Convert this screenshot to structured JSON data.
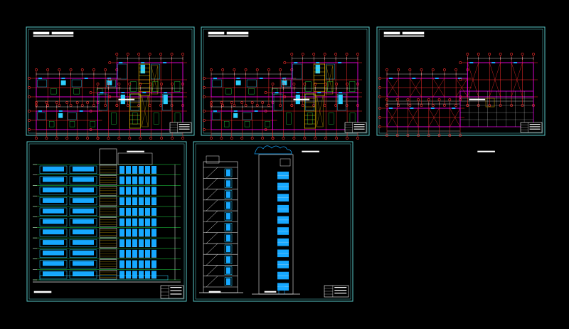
{
  "colors": {
    "background": "#000000",
    "sheet_border": "#59c9c9",
    "grid_axis": "#ff2d2d",
    "wall": "#e000e0",
    "dimension": "#e8e8e8",
    "glass": "#16a8ff",
    "stair": "#ffd400",
    "hatch": "#b28a00",
    "fixture": "#2ed1ff",
    "green": "#22dd44",
    "title_block": "#ffffff"
  },
  "sheets": [
    {
      "id": "plan-sheet-1",
      "kind": "floor-plans"
    },
    {
      "id": "plan-sheet-2",
      "kind": "floor-plans"
    },
    {
      "id": "plan-sheet-3",
      "kind": "roof-plans"
    },
    {
      "id": "elevation-sheet",
      "kind": "front-elevation",
      "floors": 11
    },
    {
      "id": "section-sheet",
      "kind": "section-and-side-elevation",
      "floors": 11
    }
  ]
}
